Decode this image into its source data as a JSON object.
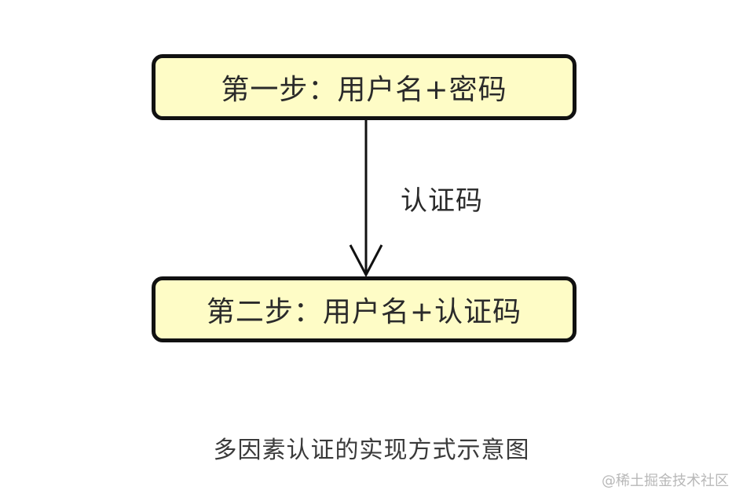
{
  "diagram": {
    "nodes": [
      {
        "id": "step1",
        "label": "第一步：用户名+密码"
      },
      {
        "id": "step2",
        "label": "第二步：用户名+认证码"
      }
    ],
    "edges": [
      {
        "from": "step1",
        "to": "step2",
        "label": "认证码"
      }
    ],
    "caption": "多因素认证的实现方式示意图"
  },
  "watermark": "@稀土掘金技术社区",
  "colors": {
    "box_fill": "#fefcc6",
    "box_border": "#111111",
    "text": "#2a2a2a"
  }
}
